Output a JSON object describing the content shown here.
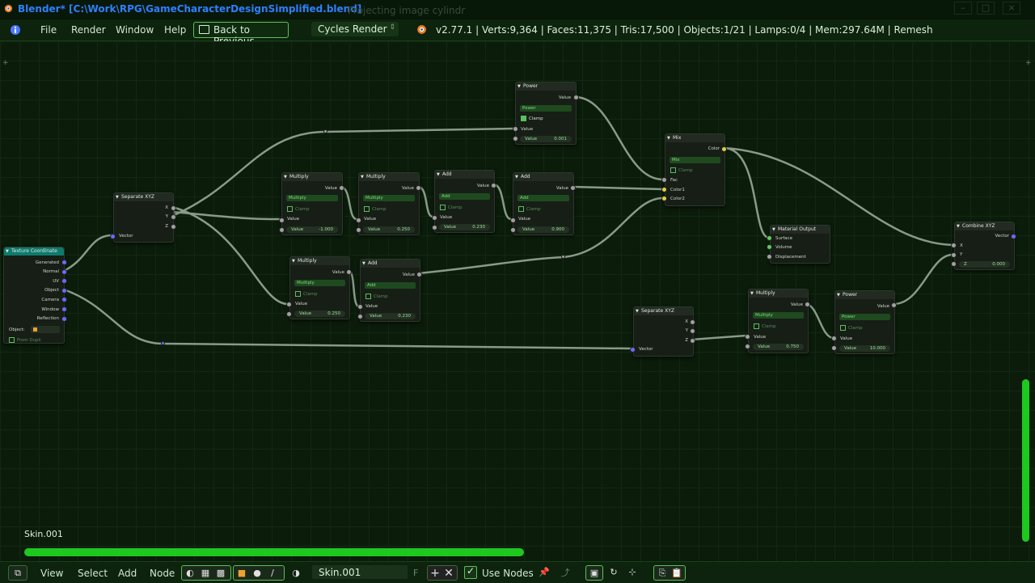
{
  "window": {
    "title": "Blender* [C:\\Work\\RPG\\GameCharacterDesignSimplified.blend]",
    "ghost_tab": "Projecting image cylindr"
  },
  "info_header": {
    "menus": [
      "File",
      "Render",
      "Window",
      "Help"
    ],
    "back_button": "Back to Previous",
    "render_engine": "Cycles Render",
    "stats": "v2.77.1 | Verts:9,364 | Faces:11,375 | Tris:17,500 | Objects:1/21 | Lamps:0/4 | Mem:297.64M | Remesh"
  },
  "nodes": {
    "texcoord": {
      "title": "Texture Coordinate",
      "outputs": [
        "Generated",
        "Normal",
        "UV",
        "Object",
        "Camera",
        "Window",
        "Reflection"
      ],
      "object_label": "Object:",
      "from_dupli": "From Dupli"
    },
    "sepxyz1": {
      "title": "Separate XYZ",
      "outputs": [
        "X",
        "Y",
        "Z"
      ],
      "input": "Vector"
    },
    "power1": {
      "title": "Power",
      "output": "Value",
      "op": "Power",
      "clamp": "Clamp",
      "input": "Value",
      "field_label": "Value",
      "field_value": "0.001"
    },
    "mult1": {
      "title": "Multiply",
      "output": "Value",
      "op": "Multiply",
      "clamp": "Clamp",
      "input": "Value",
      "field_label": "Value",
      "field_value": "-1.000"
    },
    "mult2": {
      "title": "Multiply",
      "output": "Value",
      "op": "Multiply",
      "clamp": "Clamp",
      "input": "Value",
      "field_label": "Value",
      "field_value": "0.250"
    },
    "add1": {
      "title": "Add",
      "output": "Value",
      "op": "Add",
      "clamp": "Clamp",
      "input": "Value",
      "field_label": "Value",
      "field_value": "0.230"
    },
    "add2": {
      "title": "Add",
      "output": "Value",
      "op": "Add",
      "clamp": "Clamp",
      "input": "Value",
      "field_label": "Value",
      "field_value": "0.900"
    },
    "mult3": {
      "title": "Multiply",
      "output": "Value",
      "op": "Multiply",
      "clamp": "Clamp",
      "input": "Value",
      "field_label": "Value",
      "field_value": "0.250"
    },
    "add3": {
      "title": "Add",
      "output": "Value",
      "op": "Add",
      "clamp": "Clamp",
      "input": "Value",
      "field_label": "Value",
      "field_value": "0.230"
    },
    "mix": {
      "title": "Mix",
      "output": "Color",
      "op": "Mix",
      "clamp": "Clamp",
      "inputs": [
        "Fac",
        "Color1",
        "Color2"
      ]
    },
    "matout": {
      "title": "Material Output",
      "inputs": [
        "Surface",
        "Volume",
        "Displacement"
      ]
    },
    "combine": {
      "title": "Combine XYZ",
      "output": "Vector",
      "inputs": [
        "X",
        "Y"
      ],
      "field_label": "Z",
      "field_value": "0.000"
    },
    "sepxyz2": {
      "title": "Separate XYZ",
      "outputs": [
        "X",
        "Y",
        "Z"
      ],
      "input": "Vector"
    },
    "mult4": {
      "title": "Multiply",
      "output": "Value",
      "op": "Multiply",
      "clamp": "Clamp",
      "input": "Value",
      "field_label": "Value",
      "field_value": "0.750"
    },
    "power2": {
      "title": "Power",
      "output": "Value",
      "op": "Power",
      "clamp": "Clamp",
      "input": "Value",
      "field_label": "Value",
      "field_value": "10.000"
    }
  },
  "editor": {
    "material_name": "Skin.001"
  },
  "footer": {
    "menus": [
      "View",
      "Select",
      "Add",
      "Node"
    ],
    "material_field": "Skin.001",
    "fake_user": "F",
    "use_nodes": "Use Nodes"
  },
  "colors": {
    "accent": "#1ec81e",
    "grid_bg": "#0b1c0b",
    "title_text": "#2f7fff",
    "link": "#8a9a8a"
  }
}
